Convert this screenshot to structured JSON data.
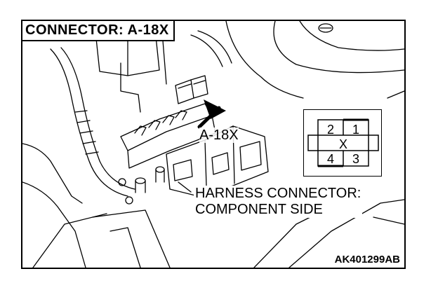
{
  "title": "CONNECTOR: A-18X",
  "connector_callout": "A-18X",
  "harness_label": {
    "line1": "HARNESS CONNECTOR:",
    "line2": "COMPONENT SIDE"
  },
  "figure_code": "AK401299AB",
  "pins": [
    {
      "number": "2"
    },
    {
      "number": "1"
    },
    {
      "number": "4"
    },
    {
      "number": "3"
    }
  ],
  "pin_marker": "X",
  "colors": {
    "line": "#000000",
    "background": "#ffffff"
  }
}
